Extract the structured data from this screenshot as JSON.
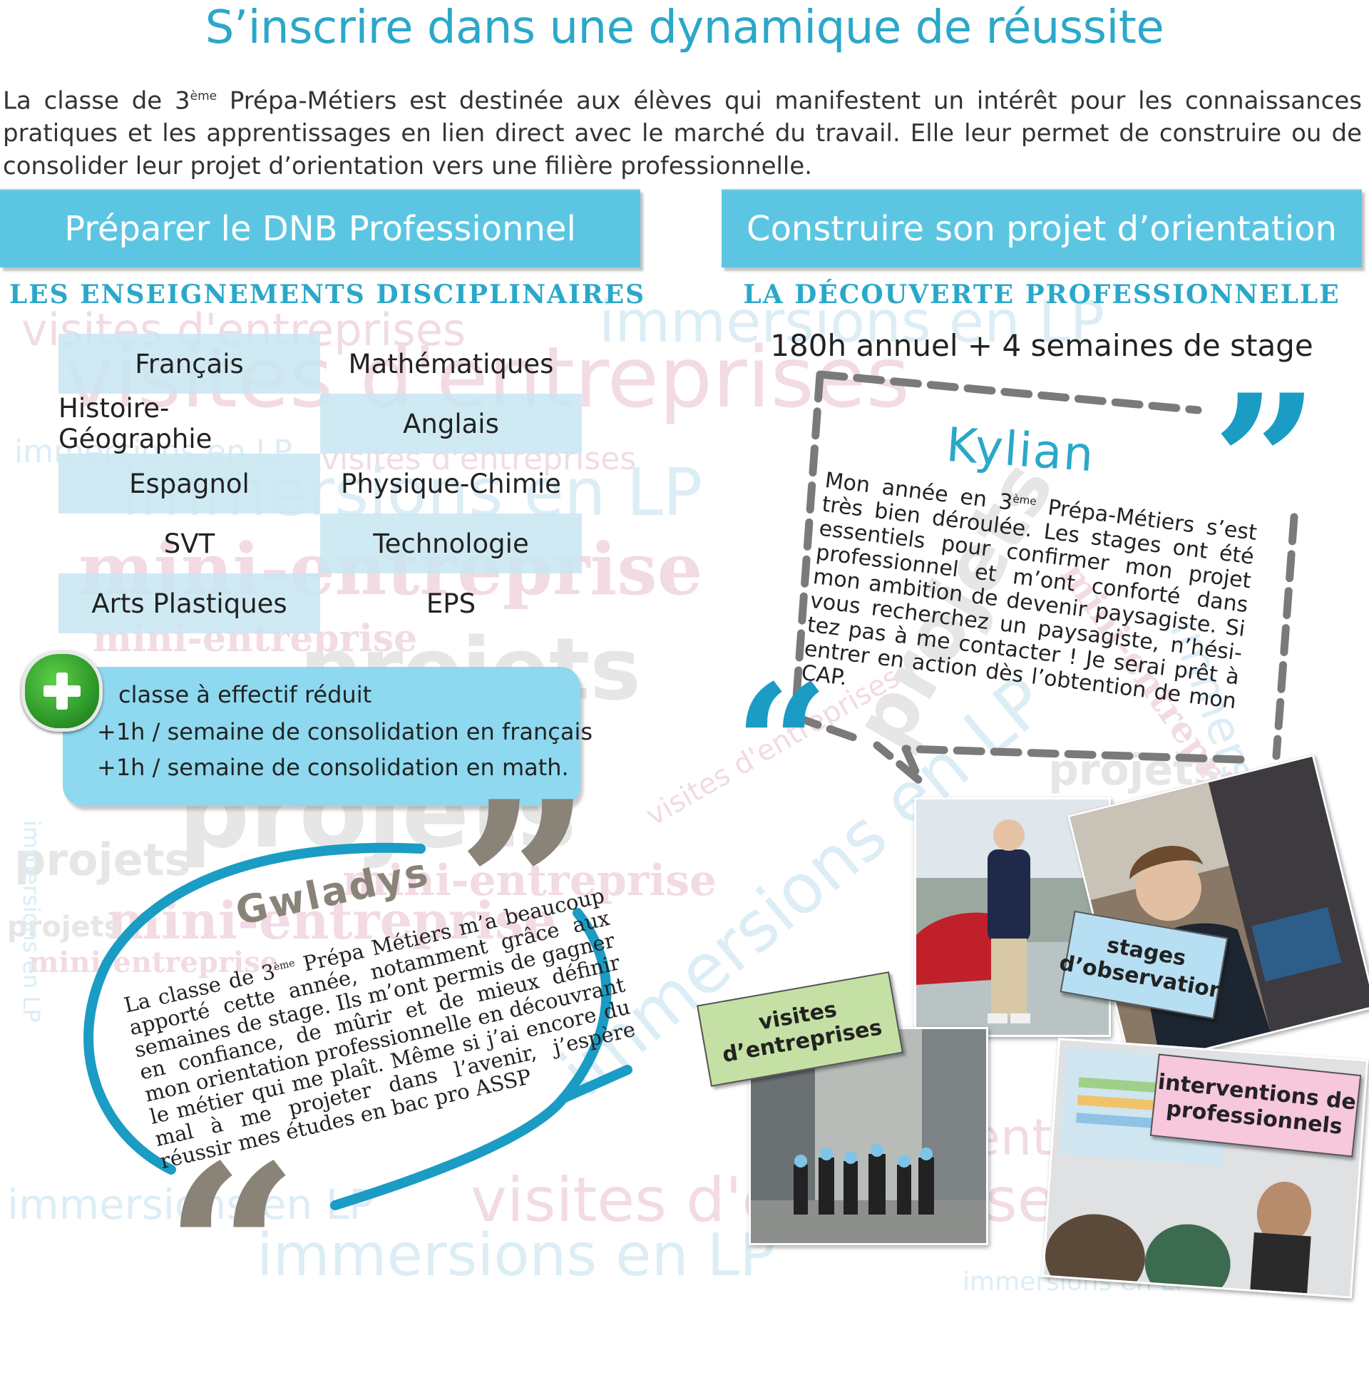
{
  "header": {
    "title": "S’inscrire dans une dynamique de réussite",
    "intro_a": "La classe de 3",
    "intro_sup": "ème",
    "intro_b": " Prépa-Métiers est destinée aux élèves qui manifestent un intérêt pour les connaissances pratiques et les apprentissages en lien direct avec le marché du travail. Elle leur permet de construire ou de consolider leur projet d’orientation vers une filière professionnelle."
  },
  "left": {
    "banner": "Préparer le DNB Professionnel",
    "section_title": "LES ENSEIGNEMENTS DISCIPLINAIRES",
    "subjects": [
      [
        "Français",
        "Mathématiques"
      ],
      [
        "Histoire-Géographie",
        "Anglais"
      ],
      [
        "Espagnol",
        "Physique-Chimie"
      ],
      [
        "SVT",
        "Technologie"
      ],
      [
        "Arts Plastiques",
        "EPS"
      ]
    ],
    "plus": {
      "line1": "classe à effectif réduit",
      "line2": "+1h / semaine de consolidation en français",
      "line3": "+1h / semaine de consolidation en math."
    }
  },
  "right": {
    "banner": "Construire son projet d’orientation",
    "section_title": "LA DÉCOUVERTE PROFESSIONNELLE",
    "hours": "180h annuel + 4 semaines de stage"
  },
  "testimonials": {
    "kylian": {
      "name": "Kylian",
      "text_a": "Mon année en 3",
      "text_sup": "ème",
      "text_b": " Prépa-Métiers s’est très bien déroulée. Les stages ont été essentiels pour confirmer mon projet professionnel et m’ont conforté dans mon ambition de devenir paysagiste. Si vous recherchez un paysagiste, n’hési-tez pas à me contacter ! Je serai prêt à entrer en action dès l’obtention de mon CAP."
    },
    "gwladys": {
      "name": "Gwladys",
      "text_a": "La classe de 3",
      "text_sup": "ème",
      "text_b": " Prépa Métiers m’a beaucoup apporté cette année, notamment grâce aux semaines de stage. Ils m’ont permis de gagner en confiance, de mûrir et de mieux définir mon orientation professionnelle en découvrant le métier qui me plaît. Même si j’ai encore du mal à me projeter dans l’avenir, j’espère réussir mes études en bac pro ASSP"
    }
  },
  "tags": {
    "visites": "visites d’entreprises",
    "stages": "stages d’observation",
    "interventions": "interventions de professionnels"
  },
  "background_words": [
    "visites d'entreprises",
    "immersions en LP",
    "mini-entreprise",
    "projets"
  ],
  "icons": {
    "plus": "plus-icon",
    "open_quote": "open-quote-icon",
    "close_quote": "close-quote-icon"
  },
  "colors": {
    "accent": "#2ba8c9",
    "banner": "#5cc6e2",
    "box": "#8ed9ef",
    "quote_grey": "#8a8378",
    "tag_green": "#c5e0a5",
    "tag_blue": "#b7dff3",
    "tag_pink": "#f7c7dc"
  }
}
